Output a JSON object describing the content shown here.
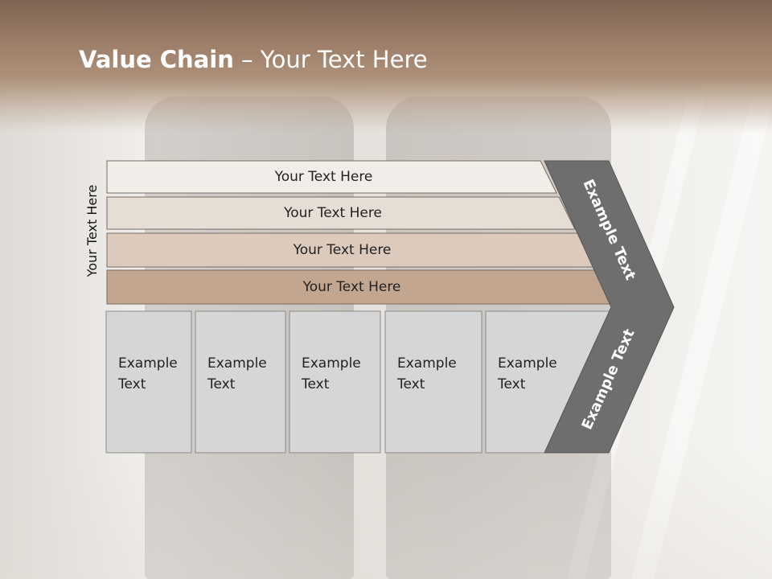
{
  "slide": {
    "title_bold": "Value Chain",
    "title_rest": " – Your Text Here",
    "side_label": "Your Text Here"
  },
  "rows": [
    {
      "label": "Your Text Here",
      "fill": "#f1ede9"
    },
    {
      "label": "Your Text Here",
      "fill": "#e6ddd4"
    },
    {
      "label": "Your Text Here",
      "fill": "#dccbbd"
    },
    {
      "label": "Your Text Here",
      "fill": "#c3a690"
    }
  ],
  "boxes": [
    {
      "label": "Example Text"
    },
    {
      "label": "Example Text"
    },
    {
      "label": "Example Text"
    },
    {
      "label": "Example Text"
    },
    {
      "label": "Example Text"
    }
  ],
  "chevron": {
    "upper_label": "Example Text",
    "lower_label": "Example Text",
    "fill": "#6e6e6e"
  },
  "colors": {
    "box_fill": "#d6d6d6",
    "header": "#9a7c67"
  }
}
